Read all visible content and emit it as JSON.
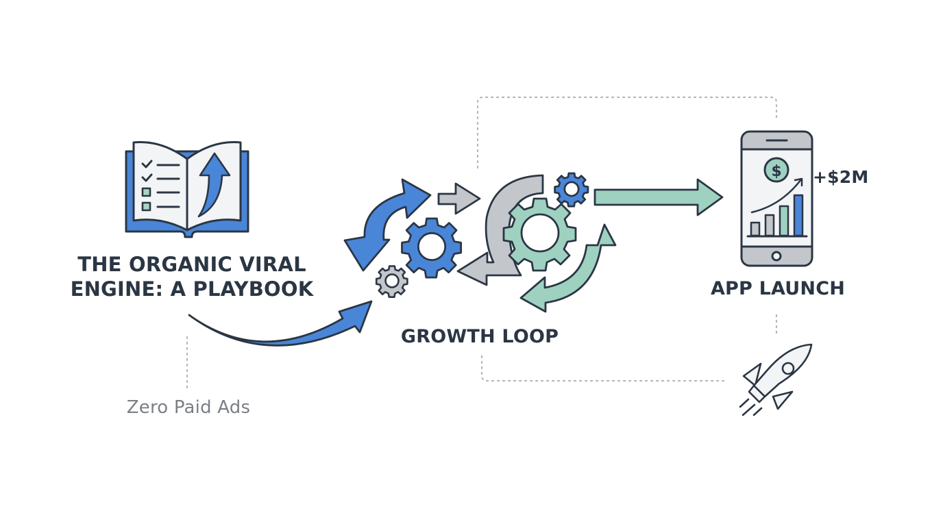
{
  "title_line1": "THE ORGANIC VIRAL",
  "title_line2": "ENGINE: A PLAYBOOK",
  "growth_loop_label": "GROWTH LOOP",
  "app_launch_label": "APP LAUNCH",
  "revenue_label": "+$2M",
  "zero_ads_label": "Zero Paid Ads",
  "colors": {
    "outline": "#2b3644",
    "blue": "#4a86d8",
    "gray": "#c3c6ca",
    "mint": "#9fd1c1",
    "paper": "#f2f4f6",
    "dotted": "#b3b6ba"
  },
  "icons": [
    "playbook-book-icon",
    "checklist-icon",
    "up-arrow-icon",
    "gear-icon",
    "cycle-arrows-icon",
    "smartphone-icon",
    "dollar-coin-icon",
    "bar-chart-icon",
    "rocket-icon"
  ]
}
